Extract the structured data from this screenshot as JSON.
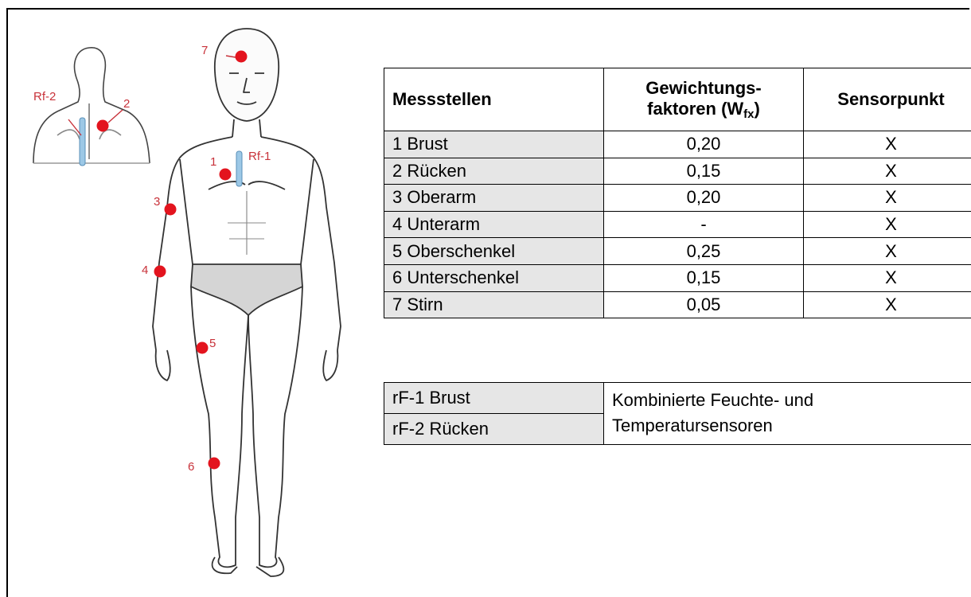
{
  "figure": {
    "point_labels": [
      "1",
      "2",
      "3",
      "4",
      "5",
      "6",
      "7"
    ],
    "sensor_labels": [
      "Rf-1",
      "Rf-2"
    ],
    "marker_color": "#e3141e",
    "sensor_color": "#9cc8e6"
  },
  "table": {
    "headers": {
      "col1": "Messstellen",
      "col2_line1": "Gewichtungs-",
      "col2_line2": "faktoren (W",
      "col2_sub": "fx",
      "col2_end": ")",
      "col3": "Sensorpunkt"
    },
    "rows": [
      {
        "site": "1 Brust",
        "factor": "0,20",
        "sensor": "X"
      },
      {
        "site": "2 Rücken",
        "factor": "0,15",
        "sensor": "X"
      },
      {
        "site": "3 Oberarm",
        "factor": "0,20",
        "sensor": "X"
      },
      {
        "site": "4 Unterarm",
        "factor": "-",
        "sensor": "X"
      },
      {
        "site": "5 Oberschenkel",
        "factor": "0,25",
        "sensor": "X"
      },
      {
        "site": "6 Unterschenkel",
        "factor": "0,15",
        "sensor": "X"
      },
      {
        "site": "7 Stirn",
        "factor": "0,05",
        "sensor": "X"
      }
    ]
  },
  "sensors": {
    "rows": [
      "rF-1 Brust",
      "rF-2 Rücken"
    ],
    "description_line1": "Kombinierte Feuchte- und",
    "description_line2": "Temperatursensoren"
  }
}
